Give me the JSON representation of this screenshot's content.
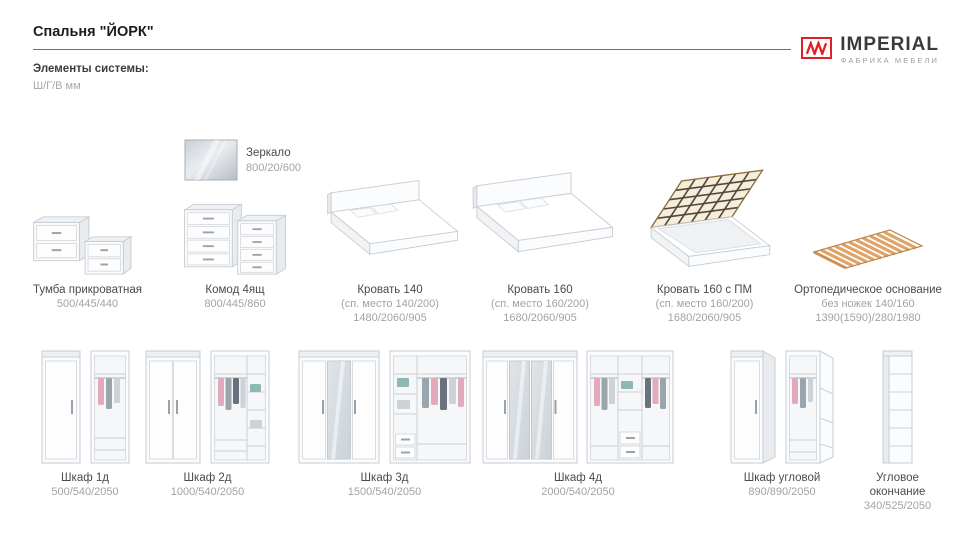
{
  "header": {
    "title": "Спальня \"ЙОРК\"",
    "brand": "IMPERIAL",
    "tagline": "ФАБРИКА МЕБЕЛИ"
  },
  "intro": {
    "elements": "Элементы системы:",
    "dims_note": "Ш/Г/В мм"
  },
  "mirror": {
    "name": "Зеркало",
    "dims": "800/20/600"
  },
  "row1": [
    {
      "name": "Тумба прикроватная",
      "dims": "500/445/440"
    },
    {
      "name": "Комод 4ящ",
      "dims": "800/445/860"
    },
    {
      "name": "Кровать 140",
      "sub": "(сп. место 140/200)",
      "dims": "1480/2060/905"
    },
    {
      "name": "Кровать 160",
      "sub": "(сп. место 160/200)",
      "dims": "1680/2060/905"
    },
    {
      "name": "Кровать 160 с ПМ",
      "sub": "(сп. место 160/200)",
      "dims": "1680/2060/905"
    },
    {
      "name": "Ортопедическое основание",
      "sub": "без ножек 140/160",
      "dims": "1390(1590)/280/1980"
    }
  ],
  "row2": [
    {
      "name": "Шкаф 1д",
      "dims": "500/540/2050"
    },
    {
      "name": "Шкаф 2д",
      "dims": "1000/540/2050"
    },
    {
      "name": "Шкаф 3д",
      "dims": "1500/540/2050"
    },
    {
      "name": "Шкаф 4д",
      "dims": "2000/540/2050"
    },
    {
      "name": "Шкаф угловой",
      "dims": "890/890/2050"
    },
    {
      "name": "Угловое окончание",
      "dims": "340/525/2050"
    }
  ],
  "colors": {
    "accent_red": "#e31e24",
    "slat_tan": "#dfa368"
  }
}
